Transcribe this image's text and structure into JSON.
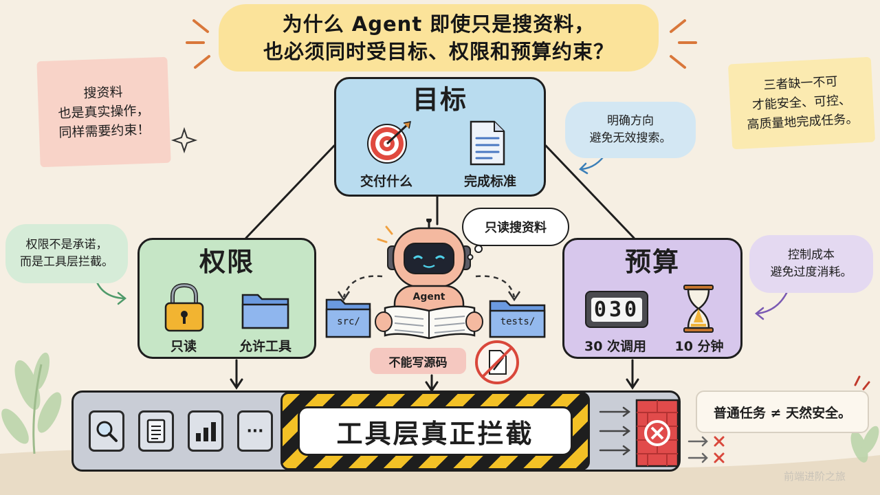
{
  "title": "为什么 Agent 即使只是搜资料，\n也必须同时受目标、权限和预算约束？",
  "notes": {
    "search_is_real": "搜资料\n也是真实操作，\n同样需要约束！",
    "all_three": "三者缺一不可\n才能安全、可控、\n高质量地完成任务。",
    "goal_bubble": "明确方向\n避免无效搜索。",
    "perm_bubble": "权限不是承诺，\n而是工具层拦截。",
    "budget_bubble": "控制成本\n避免过度消耗。",
    "normal_task": "普通任务 ≠ 天然安全。"
  },
  "goal": {
    "title": "目标",
    "items": [
      {
        "label": "交付什么",
        "icon": "target-icon"
      },
      {
        "label": "完成标准",
        "icon": "document-icon"
      }
    ]
  },
  "permission": {
    "title": "权限",
    "items": [
      {
        "label": "只读",
        "icon": "lock-icon"
      },
      {
        "label": "允许工具",
        "icon": "folder-icon"
      }
    ]
  },
  "budget": {
    "title": "预算",
    "counter": "030",
    "items": [
      {
        "label": "30 次调用",
        "icon": "counter-icon"
      },
      {
        "label": "10 分钟",
        "icon": "hourglass-icon"
      }
    ]
  },
  "agent": {
    "label": "Agent",
    "thought": "只读搜资料",
    "folders": [
      "src/",
      "tests/"
    ],
    "forbidden": "不能写源码"
  },
  "toolbar": {
    "tools": [
      "search-icon",
      "document-icon",
      "bar-chart-icon",
      "more-icon"
    ],
    "more_text": "···",
    "block_label": "工具层真正拦截"
  },
  "watermark": "前端进阶之旅",
  "colors": {
    "goal": "#b9dcef",
    "permission": "#c6e6c6",
    "budget": "#d7c7ec",
    "title_banner": "#fbe39a",
    "hazard_yellow": "#f3c126",
    "block_red": "#e14b4b"
  }
}
